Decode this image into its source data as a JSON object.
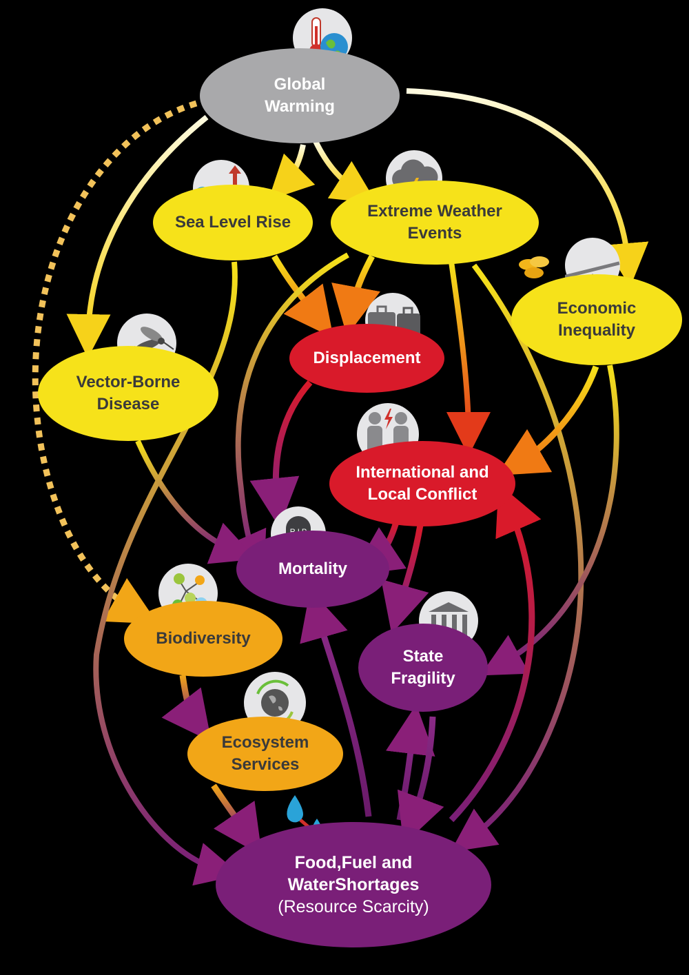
{
  "nodes": {
    "global_warming": {
      "lines": [
        "Global",
        "Warming"
      ]
    },
    "sea_level_rise": {
      "lines": [
        "Sea Level Rise"
      ]
    },
    "extreme_weather": {
      "lines": [
        "Extreme Weather",
        "Events"
      ]
    },
    "economic_inequality": {
      "lines": [
        "Economic",
        "Inequality"
      ]
    },
    "vector_borne_disease": {
      "lines": [
        "Vector-Borne",
        "Disease"
      ]
    },
    "displacement": {
      "lines": [
        "Displacement"
      ]
    },
    "conflict": {
      "lines": [
        "International and",
        "Local Conflict"
      ]
    },
    "mortality": {
      "lines": [
        "Mortality"
      ]
    },
    "biodiversity": {
      "lines": [
        "Biodiversity"
      ]
    },
    "state_fragility": {
      "lines": [
        "State",
        "Fragility"
      ]
    },
    "ecosystem_services": {
      "lines": [
        "Ecosystem",
        "Services"
      ]
    },
    "resource_scarcity": {
      "lines": [
        "Food,Fuel and",
        "WaterShortages"
      ],
      "sub": "(Resource Scarcity)"
    }
  },
  "icons": {
    "global_warming": "thermometer-globe-icon",
    "sea_level_rise": "rising-water-icon",
    "extreme_weather": "storm-cloud-icon",
    "economic_inequality": "balance-scale-coins-icon",
    "vector_borne_disease": "mosquito-icon",
    "displacement": "suitcases-icon",
    "conflict": "people-conflict-icon",
    "mortality": "tombstone-icon",
    "mortality_text": "R.I.P",
    "biodiversity": "molecule-icon",
    "state_fragility": "government-building-icon",
    "ecosystem_services": "recycling-globe-icon",
    "resource_scarcity": "water-drops-icon"
  },
  "colors": {
    "yellow": "#f6e21a",
    "red": "#d91a2a",
    "purple": "#7a1f78",
    "orange": "#f2a617",
    "grey": "#a9a9ab",
    "background": "#000000"
  }
}
